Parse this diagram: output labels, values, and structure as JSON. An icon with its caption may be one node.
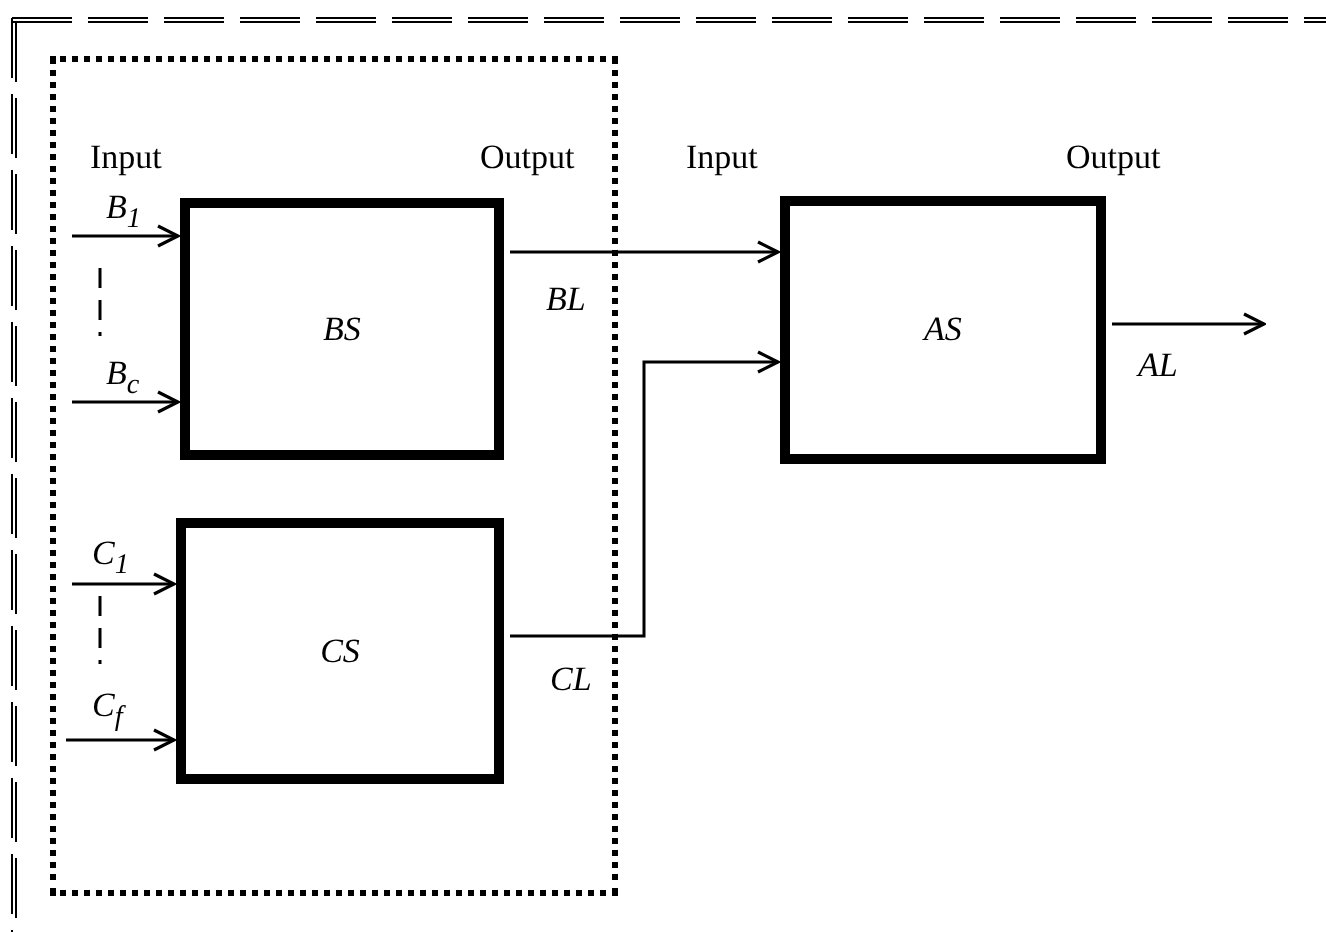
{
  "diagram": {
    "nodes": [
      {
        "text": [],
        "shape": "box"
      },
      {
        "text": [
          "BS"
        ],
        "in": 0
      },
      {
        "text": [
          "CS"
        ],
        "in": 0
      },
      {
        "text": [
          "AS"
        ]
      }
    ],
    "edges": [
      {
        "from": null,
        "to": 1,
        "arrow": "to",
        "label": "B$_{1}$"
      },
      {
        "from": null,
        "to": 1,
        "arrow": "to",
        "label": "B$_{c}$"
      },
      {
        "from": null,
        "to": 2,
        "arrow": "to",
        "label": "C$_{1}$"
      },
      {
        "from": null,
        "to": 2,
        "arrow": "to",
        "label": "C$_{f}$"
      },
      {
        "from": 1,
        "to": 3,
        "arrow": "to",
        "label": "BL"
      },
      {
        "from": 2,
        "to": 3,
        "arrow": "to",
        "label": "CL"
      },
      {
        "from": 3,
        "to": null,
        "arrow": "to",
        "label": "AL"
      }
    ],
    "labels": [
      "Input",
      "Output",
      "Input",
      "Output"
    ]
  }
}
